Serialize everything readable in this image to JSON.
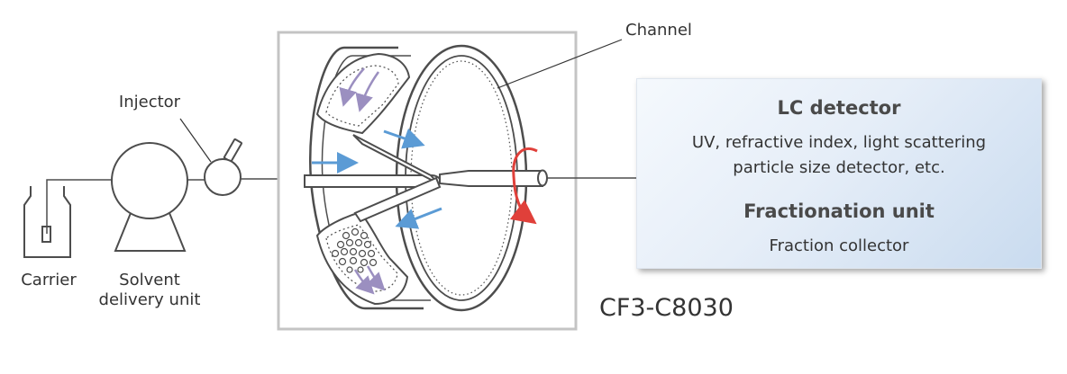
{
  "labels": {
    "carrier": "Carrier",
    "solvent_line1": "Solvent",
    "solvent_line2": "delivery unit",
    "injector": "Injector",
    "channel": "Channel",
    "model": "CF3-C8030"
  },
  "detector_box": {
    "heading1": "LC detector",
    "text1_line1": "UV, refractive index, light scattering",
    "text1_line2": "particle size detector, etc.",
    "heading2": "Fractionation unit",
    "text2": "Fraction collector"
  },
  "colors": {
    "line": "#4d4d4d",
    "flow_arrow": "#5b9bd5",
    "inner_arrow": "#9b8fc0",
    "rotation_arrow": "#e0403a",
    "box_gradient_end": "#c9dbef"
  },
  "icons": {
    "carrier": "carrier-bottle-icon",
    "pump": "solvent-pump-icon",
    "injector": "injector-icon",
    "channel": "centrifugal-channel-icon",
    "rotation": "rotation-arrow-icon"
  }
}
